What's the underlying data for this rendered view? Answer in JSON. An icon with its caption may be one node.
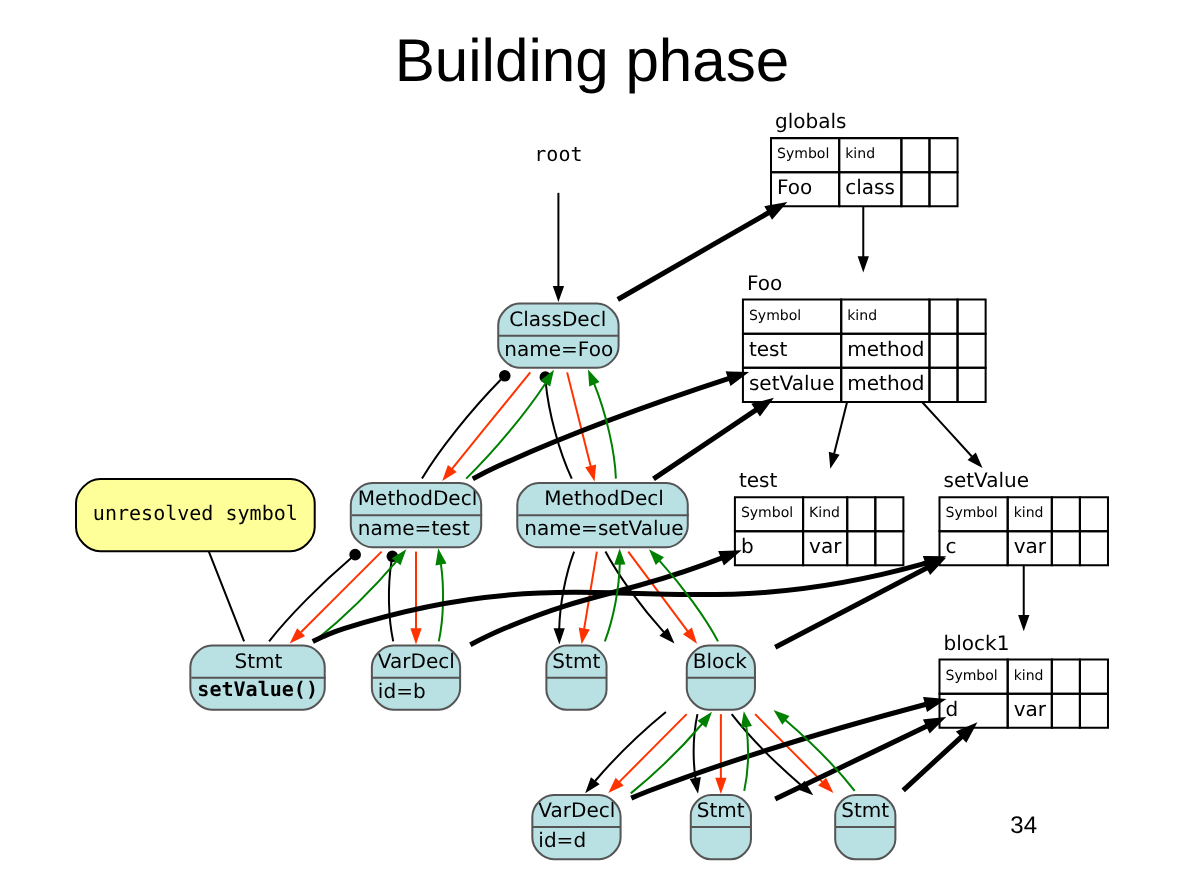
{
  "diagram": {
    "title": "Building phase",
    "nodes": [
      {
        "text": [
          "ClassDecl",
          "name=Foo"
        ]
      },
      {
        "text": [
          "MethodDecl",
          "name=test"
        ]
      },
      {
        "text": [
          "MethodDecl",
          "name=setValue"
        ]
      },
      {
        "text": [
          "VarDecl",
          "id=b"
        ]
      },
      {
        "text": [
          "Stmt",
          "setValue()"
        ]
      },
      {
        "text": [
          "Stmt"
        ]
      },
      {
        "text": [
          "Block"
        ]
      },
      {
        "text": [
          "VarDecl",
          "id=d"
        ]
      },
      {
        "text": [
          "Stmt"
        ]
      },
      {
        "text": [
          "Stmt"
        ]
      },
      {
        "text": [
          "root"
        ]
      },
      {
        "text": [
          "globals",
          "Symbol",
          "kind",
          "Foo",
          "class"
        ]
      },
      {
        "text": [
          "Foo",
          "Symbol",
          "kind",
          "test",
          "method",
          "setValue",
          "method"
        ]
      },
      {
        "text": [
          "test",
          "Symbol",
          "Kind",
          "b",
          "var"
        ]
      },
      {
        "text": [
          "setValue",
          "Symbol",
          "kind",
          "c",
          "var"
        ]
      },
      {
        "text": [
          "block1",
          "Symbol",
          "kind",
          "d",
          "var"
        ]
      },
      {
        "text": [
          "unresolved symbol"
        ]
      }
    ],
    "edges": [
      {
        "from": 10,
        "to": 0,
        "arrow": "to"
      },
      {
        "from": 0,
        "to": 1,
        "arrow": "other"
      },
      {
        "from": 0,
        "to": 2,
        "arrow": "other"
      },
      {
        "from": 1,
        "to": 3,
        "arrow": "other"
      },
      {
        "from": 1,
        "to": 4,
        "arrow": "other"
      },
      {
        "from": 2,
        "to": 5,
        "arrow": "to"
      },
      {
        "from": 2,
        "to": 6,
        "arrow": "to"
      },
      {
        "from": 6,
        "to": 7,
        "arrow": "to"
      },
      {
        "from": 6,
        "to": 8,
        "arrow": "to"
      },
      {
        "from": 6,
        "to": 9,
        "arrow": "to"
      },
      {
        "from": 0,
        "to": 1,
        "arrow": "to",
        "color": "#ff3300"
      },
      {
        "from": 0,
        "to": 2,
        "arrow": "to",
        "color": "#ff3300"
      },
      {
        "from": 1,
        "to": 3,
        "arrow": "to",
        "color": "#ff3300"
      },
      {
        "from": 1,
        "to": 4,
        "arrow": "to",
        "color": "#ff3300"
      },
      {
        "from": 2,
        "to": 5,
        "arrow": "to",
        "color": "#ff3300"
      },
      {
        "from": 2,
        "to": 6,
        "arrow": "to",
        "color": "#ff3300"
      },
      {
        "from": 6,
        "to": 7,
        "arrow": "to",
        "color": "#ff3300"
      },
      {
        "from": 6,
        "to": 8,
        "arrow": "to",
        "color": "#ff3300"
      },
      {
        "from": 6,
        "to": 9,
        "arrow": "to",
        "color": "#ff3300"
      },
      {
        "from": 1,
        "to": 0,
        "arrow": "to",
        "color": "#008000"
      },
      {
        "from": 2,
        "to": 0,
        "arrow": "to",
        "color": "#008000"
      },
      {
        "from": 3,
        "to": 1,
        "arrow": "to",
        "color": "#008000"
      },
      {
        "from": 4,
        "to": 1,
        "arrow": "to",
        "color": "#008000"
      },
      {
        "from": 5,
        "to": 2,
        "arrow": "to",
        "color": "#008000"
      },
      {
        "from": 6,
        "to": 2,
        "arrow": "to",
        "color": "#008000"
      },
      {
        "from": 7,
        "to": 6,
        "arrow": "to",
        "color": "#008000"
      },
      {
        "from": 8,
        "to": 6,
        "arrow": "to",
        "color": "#008000"
      },
      {
        "from": 9,
        "to": 6,
        "arrow": "to",
        "color": "#008000"
      },
      {
        "from": 0,
        "to": 11,
        "arrow": "to",
        "style": "thick"
      },
      {
        "from": 1,
        "to": 12,
        "arrow": "to",
        "style": "thick"
      },
      {
        "from": 2,
        "to": 12,
        "arrow": "to",
        "style": "thick"
      },
      {
        "from": 3,
        "to": 13,
        "arrow": "to",
        "style": "thick"
      },
      {
        "from": 4,
        "to": 14,
        "arrow": "to",
        "style": "thick"
      },
      {
        "from": 6,
        "to": 14,
        "arrow": "to",
        "style": "thick"
      },
      {
        "from": 7,
        "to": 15,
        "arrow": "to",
        "style": "thick"
      },
      {
        "from": 8,
        "to": 15,
        "arrow": "to",
        "style": "thick"
      },
      {
        "from": 9,
        "to": 15,
        "arrow": "to",
        "style": "thick"
      },
      {
        "from": 11,
        "to": 12,
        "arrow": "to"
      },
      {
        "from": 12,
        "to": 13,
        "arrow": "to"
      },
      {
        "from": 12,
        "to": 14,
        "arrow": "to"
      },
      {
        "from": 14,
        "to": 15,
        "arrow": "to"
      },
      {
        "from": 16,
        "to": 4,
        "arrow": "none"
      }
    ],
    "labels": [
      "34"
    ]
  }
}
